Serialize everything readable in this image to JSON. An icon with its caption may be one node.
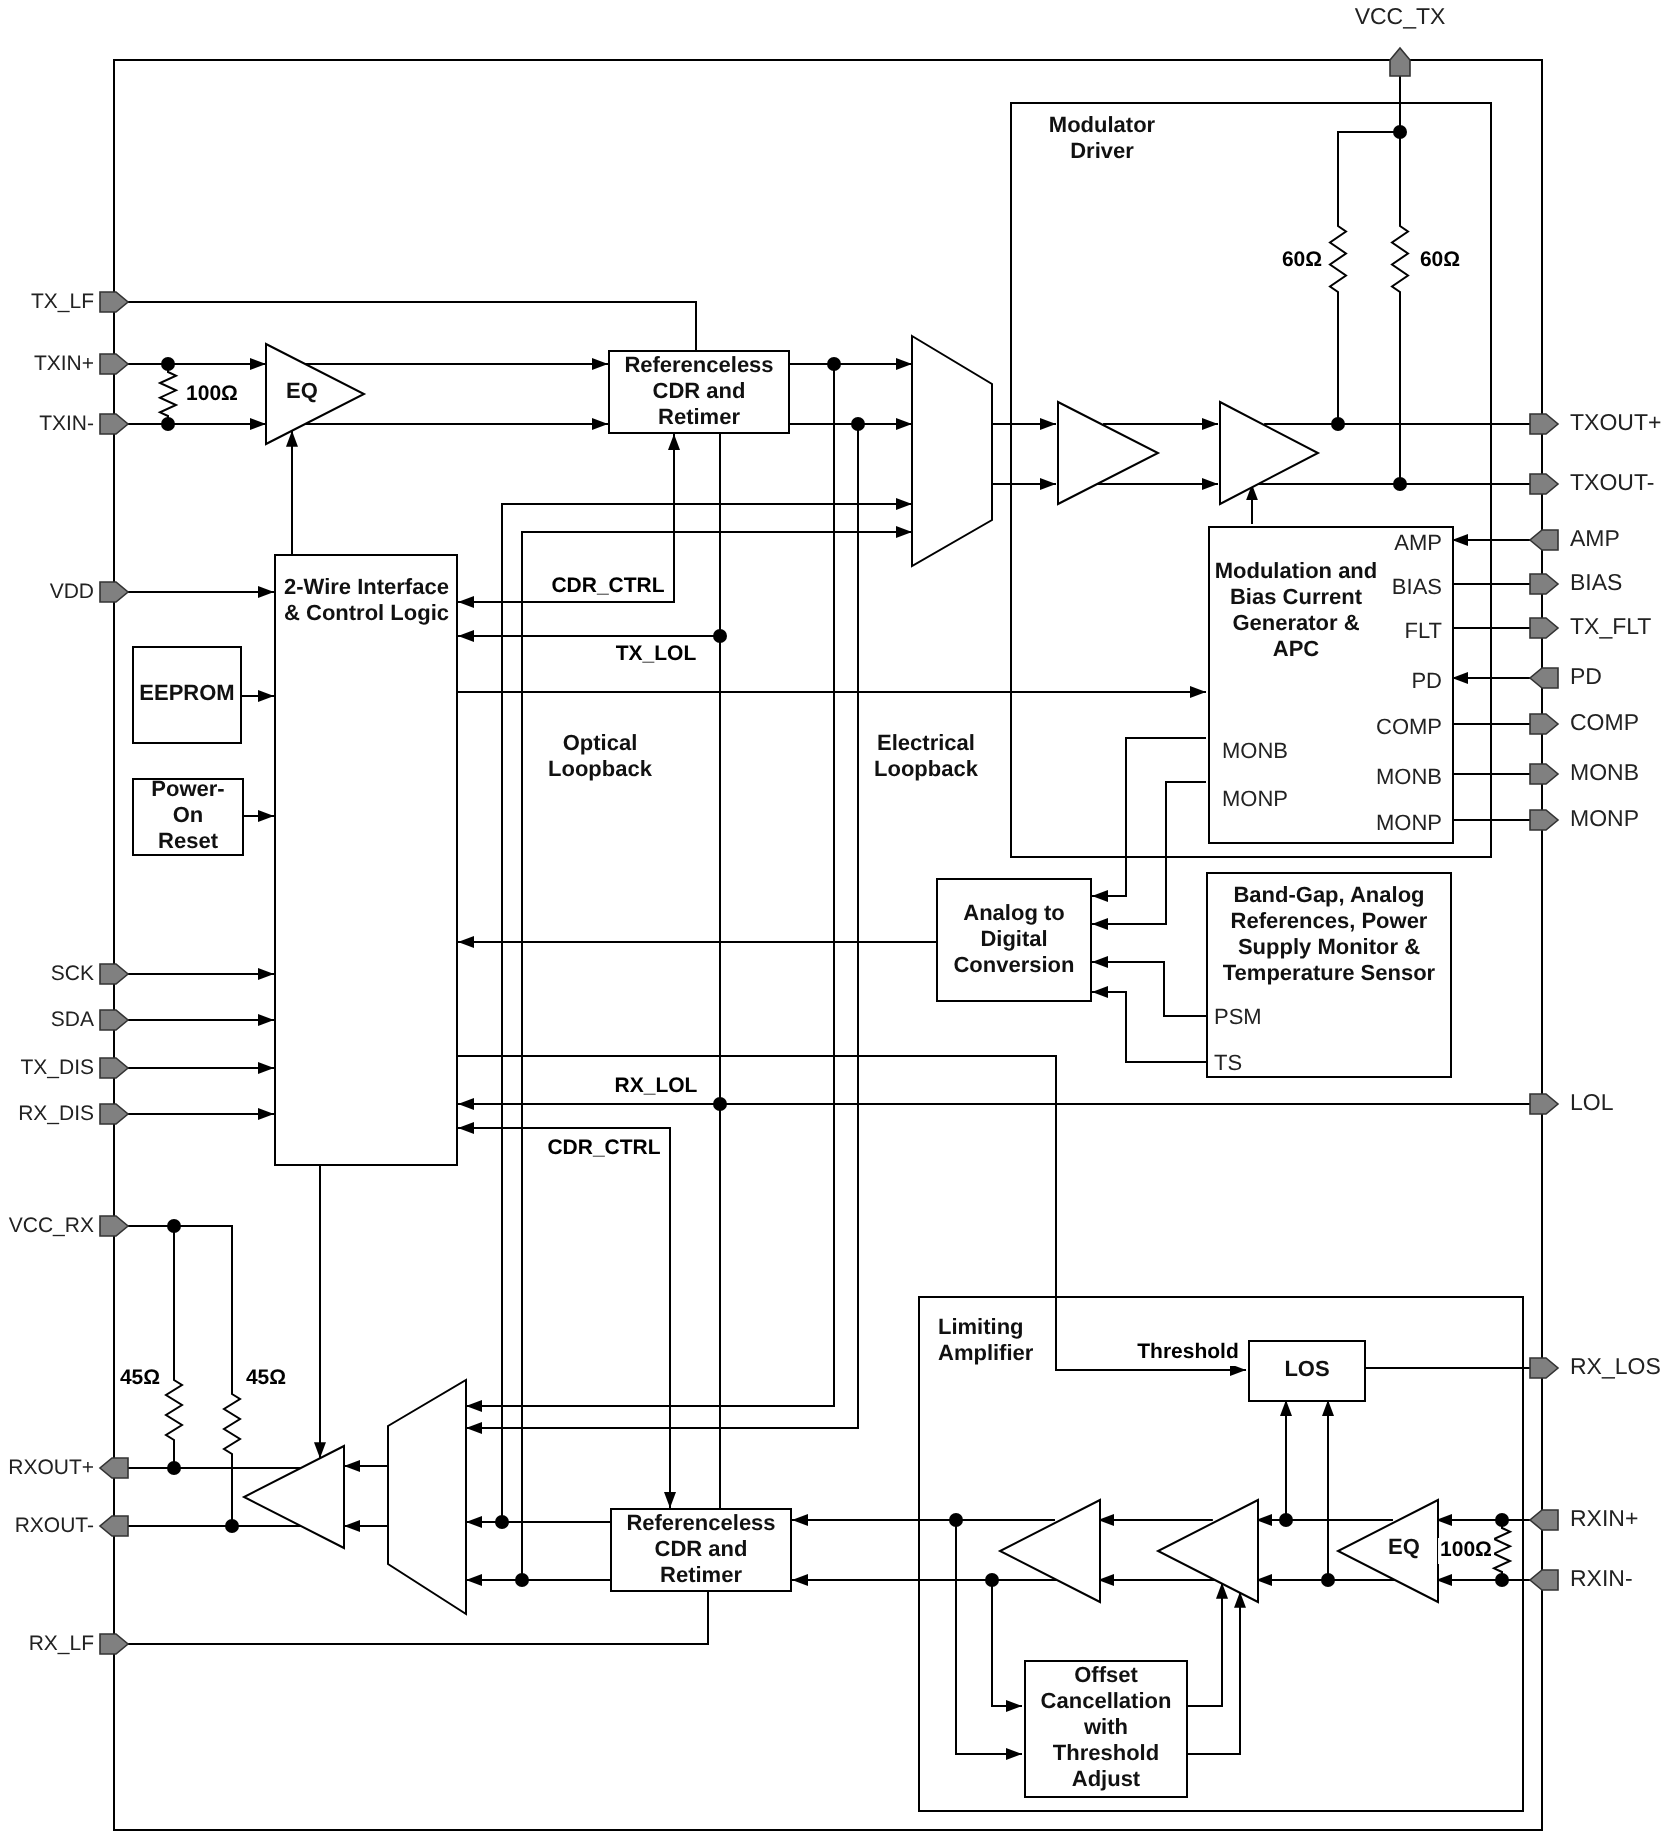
{
  "diagram": {
    "nodes": [
      {
        "text": [
          "TX_LF"
        ]
      },
      {
        "text": [
          "TXIN+"
        ]
      },
      {
        "text": [
          "TXIN-"
        ]
      },
      {
        "text": [
          "VDD"
        ]
      },
      {
        "text": [
          "SCK"
        ]
      },
      {
        "text": [
          "SDA"
        ]
      },
      {
        "text": [
          "TX_DIS"
        ]
      },
      {
        "text": [
          "RX_DIS"
        ]
      },
      {
        "text": [
          "VCC_RX"
        ]
      },
      {
        "text": [
          "RXOUT+"
        ]
      },
      {
        "text": [
          "RXOUT-"
        ]
      },
      {
        "text": [
          "RX_LF"
        ]
      },
      {
        "text": [
          "VCC_TX"
        ]
      },
      {
        "text": [
          "TXOUT+"
        ]
      },
      {
        "text": [
          "TXOUT-"
        ]
      },
      {
        "text": [
          "AMP"
        ]
      },
      {
        "text": [
          "BIAS"
        ]
      },
      {
        "text": [
          "TX_FLT"
        ]
      },
      {
        "text": [
          "PD"
        ]
      },
      {
        "text": [
          "COMP"
        ]
      },
      {
        "text": [
          "MONB"
        ]
      },
      {
        "text": [
          "MONP"
        ]
      },
      {
        "text": [
          "LOL"
        ]
      },
      {
        "text": [
          "RX_LOS"
        ]
      },
      {
        "text": [
          "RXIN+"
        ]
      },
      {
        "text": [
          "RXIN-"
        ]
      },
      {
        "text": [
          "EQ"
        ]
      },
      {
        "text": [
          "Referenceless CDR and Retimer"
        ]
      },
      {
        "text": [],
        "shape": "trapezoid"
      },
      {
        "text": [
          "Modulator Driver"
        ]
      },
      {
        "text": [],
        "shape": "triangle",
        "in": 29
      },
      {
        "text": [],
        "shape": "triangle",
        "in": 29
      },
      {
        "text": [
          "Modulation and Bias Current Generator & APC",
          "AMP",
          "BIAS",
          "FLT",
          "PD",
          "COMP",
          "MONB",
          "MONB",
          "MONP",
          "MONP"
        ],
        "in": 29
      },
      {
        "text": [
          "2-Wire Interface & Control Logic"
        ]
      },
      {
        "text": [
          "EEPROM"
        ]
      },
      {
        "text": [
          "Power-On Reset"
        ]
      },
      {
        "text": [
          "Analog to Digital Conversion"
        ]
      },
      {
        "text": [
          "Band-Gap, Analog References, Power Supply Monitor & Temperature Sensor",
          "PSM",
          "TS"
        ]
      },
      {
        "text": [],
        "shape": "triangle"
      },
      {
        "text": [],
        "shape": "trapezoid"
      },
      {
        "text": [
          "Referenceless CDR and Retimer"
        ]
      },
      {
        "text": [
          "Limiting Amplifier"
        ]
      },
      {
        "text": [
          "LOS"
        ],
        "in": 41
      },
      {
        "text": [],
        "shape": "triangle",
        "in": 41
      },
      {
        "text": [],
        "shape": "triangle",
        "in": 41
      },
      {
        "text": [
          "EQ"
        ],
        "in": 41
      },
      {
        "text": [
          "Offset Cancellation with Threshold Adjust"
        ],
        "in": 41
      }
    ],
    "edges": [
      {
        "from": 0,
        "to": 27,
        "arrow": "none"
      },
      {
        "from": 1,
        "to": 26,
        "arrow": "to"
      },
      {
        "from": 2,
        "to": 26,
        "arrow": "to"
      },
      {
        "from": 26,
        "to": 27,
        "arrow": "to"
      },
      {
        "from": 26,
        "to": 27,
        "arrow": "to"
      },
      {
        "from": 33,
        "to": 26,
        "arrow": "to"
      },
      {
        "from": 27,
        "to": 28,
        "arrow": "to"
      },
      {
        "from": 27,
        "to": 28,
        "arrow": "to"
      },
      {
        "from": 27,
        "to": 39,
        "arrow": "to"
      },
      {
        "from": 27,
        "to": 39,
        "arrow": "to"
      },
      {
        "from": 28,
        "to": 30,
        "arrow": "to"
      },
      {
        "from": 28,
        "to": 30,
        "arrow": "to"
      },
      {
        "from": 30,
        "to": 31,
        "arrow": "to"
      },
      {
        "from": 30,
        "to": 31,
        "arrow": "to"
      },
      {
        "from": 31,
        "to": 13,
        "arrow": "none"
      },
      {
        "from": 31,
        "to": 14,
        "arrow": "none"
      },
      {
        "from": 32,
        "to": 31,
        "arrow": "to"
      },
      {
        "from": 15,
        "to": 32,
        "arrow": "to"
      },
      {
        "from": 32,
        "to": 16,
        "arrow": "none"
      },
      {
        "from": 32,
        "to": 17,
        "arrow": "none"
      },
      {
        "from": 18,
        "to": 32,
        "arrow": "to"
      },
      {
        "from": 32,
        "to": 19,
        "arrow": "none"
      },
      {
        "from": 32,
        "to": 20,
        "arrow": "none"
      },
      {
        "from": 32,
        "to": 21,
        "arrow": "none"
      },
      {
        "from": 33,
        "to": 32,
        "arrow": "to"
      },
      {
        "from": 33,
        "to": 27,
        "arrow": "both",
        "label": "CDR_CTRL"
      },
      {
        "from": 27,
        "to": 33,
        "arrow": "to",
        "label": "TX_LOL"
      },
      {
        "from": 27,
        "to": 22,
        "arrow": "none"
      },
      {
        "from": 40,
        "to": 33,
        "arrow": "to",
        "label": "RX_LOL"
      },
      {
        "from": 40,
        "to": 22,
        "arrow": "none"
      },
      {
        "from": 36,
        "to": 33,
        "arrow": "to"
      },
      {
        "from": 33,
        "to": 42,
        "arrow": "to",
        "label": "Threshold"
      },
      {
        "from": 33,
        "to": 40,
        "arrow": "both",
        "label": "CDR_CTRL"
      },
      {
        "from": 33,
        "to": 38,
        "arrow": "to"
      },
      {
        "from": 34,
        "to": 33,
        "arrow": "to"
      },
      {
        "from": 35,
        "to": 33,
        "arrow": "to"
      },
      {
        "from": 4,
        "to": 33,
        "arrow": "to"
      },
      {
        "from": 5,
        "to": 33,
        "arrow": "to"
      },
      {
        "from": 6,
        "to": 33,
        "arrow": "to"
      },
      {
        "from": 7,
        "to": 33,
        "arrow": "to"
      },
      {
        "from": 3,
        "to": 33,
        "arrow": "to"
      },
      {
        "from": 32,
        "to": 36,
        "arrow": "to"
      },
      {
        "from": 32,
        "to": 36,
        "arrow": "to"
      },
      {
        "from": 37,
        "to": 36,
        "arrow": "to"
      },
      {
        "from": 37,
        "to": 36,
        "arrow": "to"
      },
      {
        "from": 40,
        "to": 39,
        "arrow": "to"
      },
      {
        "from": 40,
        "to": 39,
        "arrow": "to"
      },
      {
        "from": 40,
        "to": 28,
        "arrow": "to"
      },
      {
        "from": 40,
        "to": 28,
        "arrow": "to"
      },
      {
        "from": 39,
        "to": 38,
        "arrow": "to"
      },
      {
        "from": 39,
        "to": 38,
        "arrow": "to"
      },
      {
        "from": 38,
        "to": 9,
        "arrow": "none"
      },
      {
        "from": 38,
        "to": 10,
        "arrow": "none"
      },
      {
        "from": 11,
        "to": 40,
        "arrow": "none"
      },
      {
        "from": 43,
        "to": 40,
        "arrow": "to"
      },
      {
        "from": 43,
        "to": 40,
        "arrow": "to"
      },
      {
        "from": 44,
        "to": 43,
        "arrow": "to"
      },
      {
        "from": 44,
        "to": 43,
        "arrow": "to"
      },
      {
        "from": 45,
        "to": 44,
        "arrow": "to"
      },
      {
        "from": 45,
        "to": 44,
        "arrow": "to"
      },
      {
        "from": 24,
        "to": 45,
        "arrow": "to"
      },
      {
        "from": 25,
        "to": 45,
        "arrow": "to"
      },
      {
        "from": 45,
        "to": 42,
        "arrow": "to"
      },
      {
        "from": 45,
        "to": 42,
        "arrow": "to"
      },
      {
        "from": 42,
        "to": 23,
        "arrow": "none"
      },
      {
        "from": 43,
        "to": 46,
        "arrow": "to"
      },
      {
        "from": 43,
        "to": 46,
        "arrow": "to"
      },
      {
        "from": 46,
        "to": 44,
        "arrow": "to"
      },
      {
        "from": 46,
        "to": 44,
        "arrow": "to"
      },
      {
        "from": 12,
        "to": 13,
        "arrow": "none",
        "label": "60Ω"
      },
      {
        "from": 12,
        "to": 14,
        "arrow": "none",
        "label": "60Ω"
      },
      {
        "from": 8,
        "to": 9,
        "arrow": "none",
        "label": "45Ω"
      },
      {
        "from": 8,
        "to": 10,
        "arrow": "none",
        "label": "45Ω"
      },
      {
        "from": 1,
        "to": 2,
        "arrow": "none",
        "label": "100Ω"
      },
      {
        "from": 24,
        "to": 25,
        "arrow": "none",
        "label": "100Ω"
      }
    ],
    "labels": [
      "Optical Loopback",
      "Electrical Loopback"
    ]
  }
}
